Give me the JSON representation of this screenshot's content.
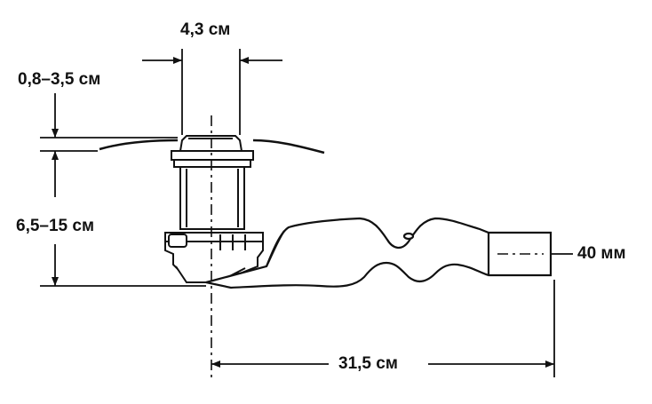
{
  "dimensions": {
    "top_width": "4,3 см",
    "adjust_height": "0,8–3,5 см",
    "body_height": "6,5–15 см",
    "pipe_diameter": "40 мм",
    "outlet_length": "31,5 см"
  },
  "colors": {
    "line": "#111111",
    "fill": "#ffffff"
  }
}
